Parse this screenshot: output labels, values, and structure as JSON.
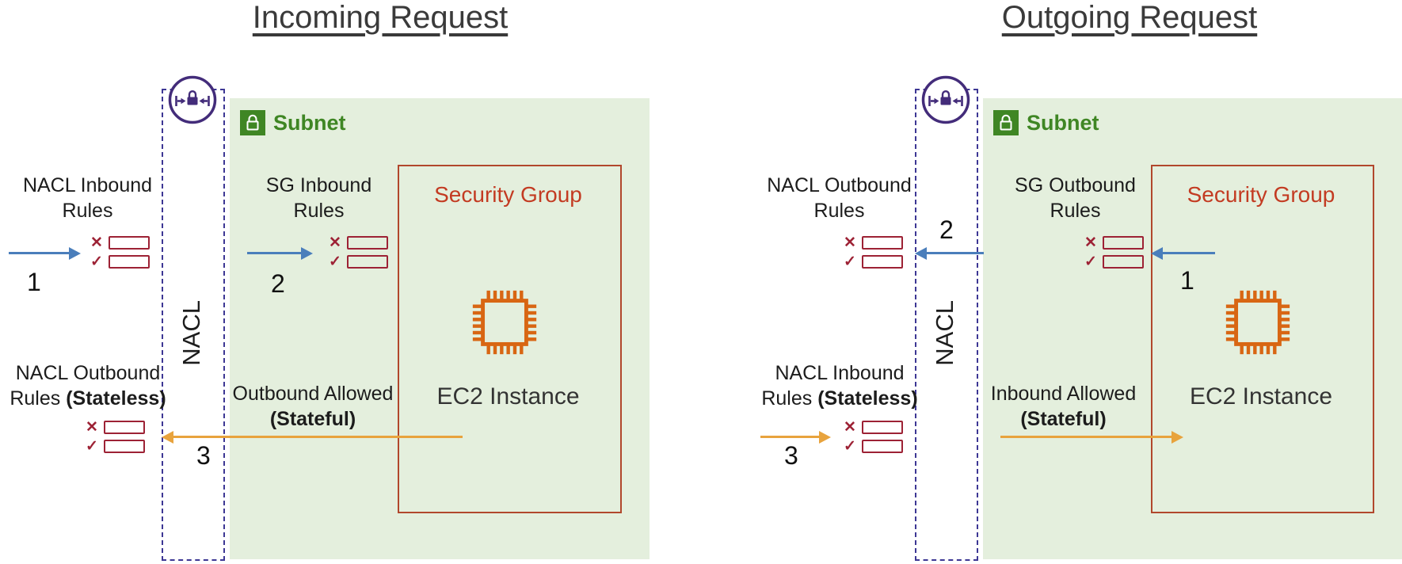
{
  "colors": {
    "subnet_bg": "#e4efdd",
    "green": "#3f8624",
    "sg_border": "#b1472c",
    "sg_text": "#c33b22",
    "ec2_orange": "#d86613",
    "nacl_purple": "#432c7a",
    "nacl_dash": "#3d3794",
    "blue_arrow": "#4a7ebb",
    "orange_arrow": "#e8a33d",
    "maroon": "#9d2235"
  },
  "icons": {
    "deny_glyph": "✕",
    "allow_glyph": "✓"
  },
  "left": {
    "title": "Incoming Request",
    "nacl_label": "NACL",
    "subnet_label": "Subnet",
    "security_group_label": "Security Group",
    "ec2_label": "EC2 Instance",
    "nacl_rules": {
      "line1": "NACL Inbound",
      "line2": "Rules"
    },
    "step_1": "1",
    "sg_rules": {
      "line1": "SG Inbound",
      "line2": "Rules"
    },
    "step_2": "2",
    "nacl_return_rules": {
      "line1": "NACL Outbound",
      "line2": "Rules",
      "line2_bold": "(Stateless)"
    },
    "allowed": {
      "line1": "Outbound Allowed",
      "line2_bold": "(Stateful)"
    },
    "step_3": "3"
  },
  "right": {
    "title": "Outgoing Request",
    "nacl_label": "NACL",
    "subnet_label": "Subnet",
    "security_group_label": "Security Group",
    "ec2_label": "EC2 Instance",
    "nacl_rules": {
      "line1": "NACL Outbound",
      "line2": "Rules"
    },
    "step_2": "2",
    "sg_rules": {
      "line1": "SG Outbound",
      "line2": "Rules"
    },
    "step_1": "1",
    "nacl_return_rules": {
      "line1": "NACL Inbound",
      "line2": "Rules",
      "line2_bold": "(Stateless)"
    },
    "allowed": {
      "line1": "Inbound Allowed",
      "line2_bold": "(Stateful)"
    },
    "step_3": "3"
  }
}
